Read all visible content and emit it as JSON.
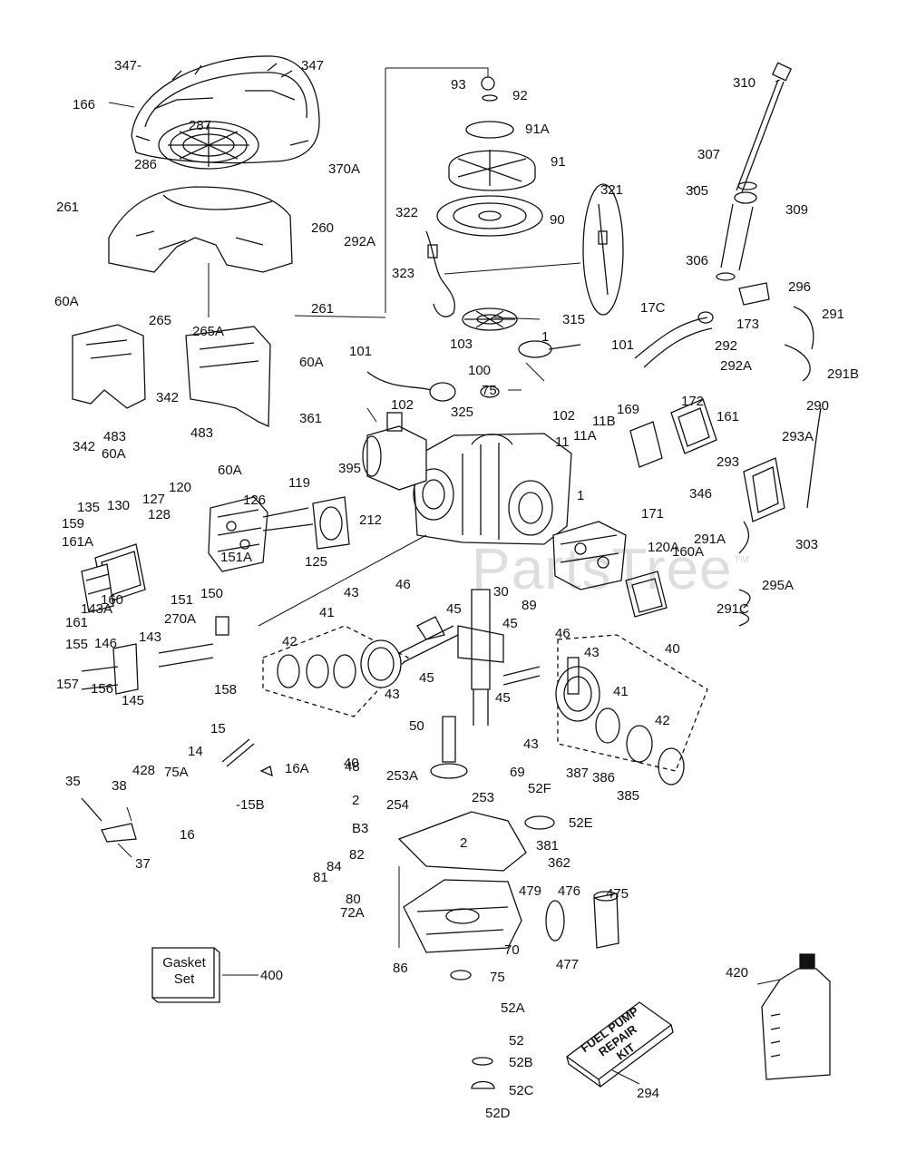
{
  "watermark": {
    "text": "PartsTree",
    "mark": "™"
  },
  "gasket_kit": {
    "line1": "Gasket",
    "line2": "Set"
  },
  "fuel_kit": {
    "line1": "FUEL PUMP",
    "line2": "REPAIR",
    "line3": "KIT"
  },
  "labels": [
    {
      "id": "347a",
      "text": "347-"
    },
    {
      "id": "347b",
      "text": "347"
    },
    {
      "id": "166",
      "text": "166"
    },
    {
      "id": "287",
      "text": "287"
    },
    {
      "id": "286",
      "text": "286"
    },
    {
      "id": "370A",
      "text": "370A"
    },
    {
      "id": "261a",
      "text": "261"
    },
    {
      "id": "260",
      "text": "260"
    },
    {
      "id": "292A",
      "text": "292A"
    },
    {
      "id": "322",
      "text": "322"
    },
    {
      "id": "323",
      "text": "323"
    },
    {
      "id": "261b",
      "text": "261"
    },
    {
      "id": "93",
      "text": "93"
    },
    {
      "id": "92",
      "text": "92"
    },
    {
      "id": "91A",
      "text": "91A"
    },
    {
      "id": "91",
      "text": "91"
    },
    {
      "id": "90",
      "text": "90"
    },
    {
      "id": "321",
      "text": "321"
    },
    {
      "id": "310",
      "text": "310"
    },
    {
      "id": "307",
      "text": "307"
    },
    {
      "id": "305",
      "text": "305"
    },
    {
      "id": "309",
      "text": "309"
    },
    {
      "id": "306",
      "text": "306"
    },
    {
      "id": "296",
      "text": "296"
    },
    {
      "id": "291",
      "text": "291"
    },
    {
      "id": "17C",
      "text": "17C"
    },
    {
      "id": "173",
      "text": "173"
    },
    {
      "id": "292",
      "text": "292"
    },
    {
      "id": "292Ab",
      "text": "292A"
    },
    {
      "id": "291B",
      "text": "291B"
    },
    {
      "id": "60Aa",
      "text": "60A"
    },
    {
      "id": "265",
      "text": "265"
    },
    {
      "id": "265A",
      "text": "265A"
    },
    {
      "id": "315",
      "text": "315"
    },
    {
      "id": "60Ab",
      "text": "60A"
    },
    {
      "id": "342a",
      "text": "342"
    },
    {
      "id": "483a",
      "text": "483"
    },
    {
      "id": "342b",
      "text": "342"
    },
    {
      "id": "60Ac",
      "text": "60A"
    },
    {
      "id": "483b",
      "text": "483"
    },
    {
      "id": "60Ad",
      "text": "60A"
    },
    {
      "id": "101a",
      "text": "101"
    },
    {
      "id": "103",
      "text": "103"
    },
    {
      "id": "1a",
      "text": "1"
    },
    {
      "id": "101b",
      "text": "101"
    },
    {
      "id": "100",
      "text": "100"
    },
    {
      "id": "75a",
      "text": "75"
    },
    {
      "id": "102a",
      "text": "102"
    },
    {
      "id": "325",
      "text": "325"
    },
    {
      "id": "102b",
      "text": "102"
    },
    {
      "id": "361",
      "text": "361"
    },
    {
      "id": "395",
      "text": "395"
    },
    {
      "id": "169",
      "text": "169"
    },
    {
      "id": "172",
      "text": "172"
    },
    {
      "id": "161a",
      "text": "161"
    },
    {
      "id": "290",
      "text": "290"
    },
    {
      "id": "11B",
      "text": "11B"
    },
    {
      "id": "11",
      "text": "11"
    },
    {
      "id": "11A",
      "text": "11A"
    },
    {
      "id": "293A",
      "text": "293A"
    },
    {
      "id": "293",
      "text": "293"
    },
    {
      "id": "1b",
      "text": "1"
    },
    {
      "id": "171",
      "text": "171"
    },
    {
      "id": "346",
      "text": "346"
    },
    {
      "id": "291A",
      "text": "291A"
    },
    {
      "id": "303",
      "text": "303"
    },
    {
      "id": "120A",
      "text": "120A"
    },
    {
      "id": "135",
      "text": "135"
    },
    {
      "id": "130",
      "text": "130"
    },
    {
      "id": "127",
      "text": "127"
    },
    {
      "id": "120",
      "text": "120"
    },
    {
      "id": "128",
      "text": "128"
    },
    {
      "id": "126",
      "text": "126"
    },
    {
      "id": "119",
      "text": "119"
    },
    {
      "id": "212",
      "text": "212"
    },
    {
      "id": "159",
      "text": "159"
    },
    {
      "id": "161A",
      "text": "161A"
    },
    {
      "id": "151A",
      "text": "151A"
    },
    {
      "id": "125",
      "text": "125"
    },
    {
      "id": "160",
      "text": "160"
    },
    {
      "id": "151",
      "text": "151"
    },
    {
      "id": "150",
      "text": "150"
    },
    {
      "id": "143A",
      "text": "143A"
    },
    {
      "id": "161b",
      "text": "161"
    },
    {
      "id": "270A",
      "text": "270A"
    },
    {
      "id": "143",
      "text": "143"
    },
    {
      "id": "155",
      "text": "155"
    },
    {
      "id": "146",
      "text": "146"
    },
    {
      "id": "157",
      "text": "157"
    },
    {
      "id": "156",
      "text": "156"
    },
    {
      "id": "145",
      "text": "145"
    },
    {
      "id": "158",
      "text": "158"
    },
    {
      "id": "46a",
      "text": "46"
    },
    {
      "id": "43a",
      "text": "43"
    },
    {
      "id": "30",
      "text": "30"
    },
    {
      "id": "89",
      "text": "89"
    },
    {
      "id": "41a",
      "text": "41"
    },
    {
      "id": "45a",
      "text": "45"
    },
    {
      "id": "160A",
      "text": "160A"
    },
    {
      "id": "295A",
      "text": "295A"
    },
    {
      "id": "291C",
      "text": "291C"
    },
    {
      "id": "42a",
      "text": "42"
    },
    {
      "id": "45b",
      "text": "45"
    },
    {
      "id": "46b",
      "text": "46"
    },
    {
      "id": "43b",
      "text": "43"
    },
    {
      "id": "40a",
      "text": "40"
    },
    {
      "id": "45c",
      "text": "45"
    },
    {
      "id": "43c",
      "text": "43"
    },
    {
      "id": "41b",
      "text": "41"
    },
    {
      "id": "45d",
      "text": "45"
    },
    {
      "id": "42b",
      "text": "42"
    },
    {
      "id": "40b",
      "text": "40"
    },
    {
      "id": "15",
      "text": "15"
    },
    {
      "id": "50",
      "text": "50"
    },
    {
      "id": "43d",
      "text": "43"
    },
    {
      "id": "14",
      "text": "14"
    },
    {
      "id": "16A",
      "text": "16A"
    },
    {
      "id": "48",
      "text": "48"
    },
    {
      "id": "253A",
      "text": "253A"
    },
    {
      "id": "69",
      "text": "69"
    },
    {
      "id": "387",
      "text": "387"
    },
    {
      "id": "386",
      "text": "386"
    },
    {
      "id": "385",
      "text": "385"
    },
    {
      "id": "35",
      "text": "35"
    },
    {
      "id": "38",
      "text": "38"
    },
    {
      "id": "428",
      "text": "428"
    },
    {
      "id": "75A",
      "text": "75A"
    },
    {
      "id": "15B",
      "text": "-15B"
    },
    {
      "id": "52F",
      "text": "52F"
    },
    {
      "id": "2a",
      "text": "2"
    },
    {
      "id": "254",
      "text": "254"
    },
    {
      "id": "253",
      "text": "253"
    },
    {
      "id": "52E",
      "text": "52E"
    },
    {
      "id": "16",
      "text": "16"
    },
    {
      "id": "B3",
      "text": "B3"
    },
    {
      "id": "2b",
      "text": "2"
    },
    {
      "id": "381",
      "text": "381"
    },
    {
      "id": "37",
      "text": "37"
    },
    {
      "id": "82",
      "text": "82"
    },
    {
      "id": "84",
      "text": "84"
    },
    {
      "id": "362",
      "text": "362"
    },
    {
      "id": "81",
      "text": "81"
    },
    {
      "id": "479",
      "text": "479"
    },
    {
      "id": "476",
      "text": "476"
    },
    {
      "id": "475",
      "text": "475"
    },
    {
      "id": "80",
      "text": "80"
    },
    {
      "id": "72A",
      "text": "72A"
    },
    {
      "id": "70",
      "text": "70"
    },
    {
      "id": "477",
      "text": "477"
    },
    {
      "id": "400",
      "text": "400"
    },
    {
      "id": "86",
      "text": "86"
    },
    {
      "id": "75b",
      "text": "75"
    },
    {
      "id": "420",
      "text": "420"
    },
    {
      "id": "52A",
      "text": "52A"
    },
    {
      "id": "52",
      "text": "52"
    },
    {
      "id": "52B",
      "text": "52B"
    },
    {
      "id": "294",
      "text": "294"
    },
    {
      "id": "52C",
      "text": "52C"
    },
    {
      "id": "52D",
      "text": "52D"
    }
  ]
}
